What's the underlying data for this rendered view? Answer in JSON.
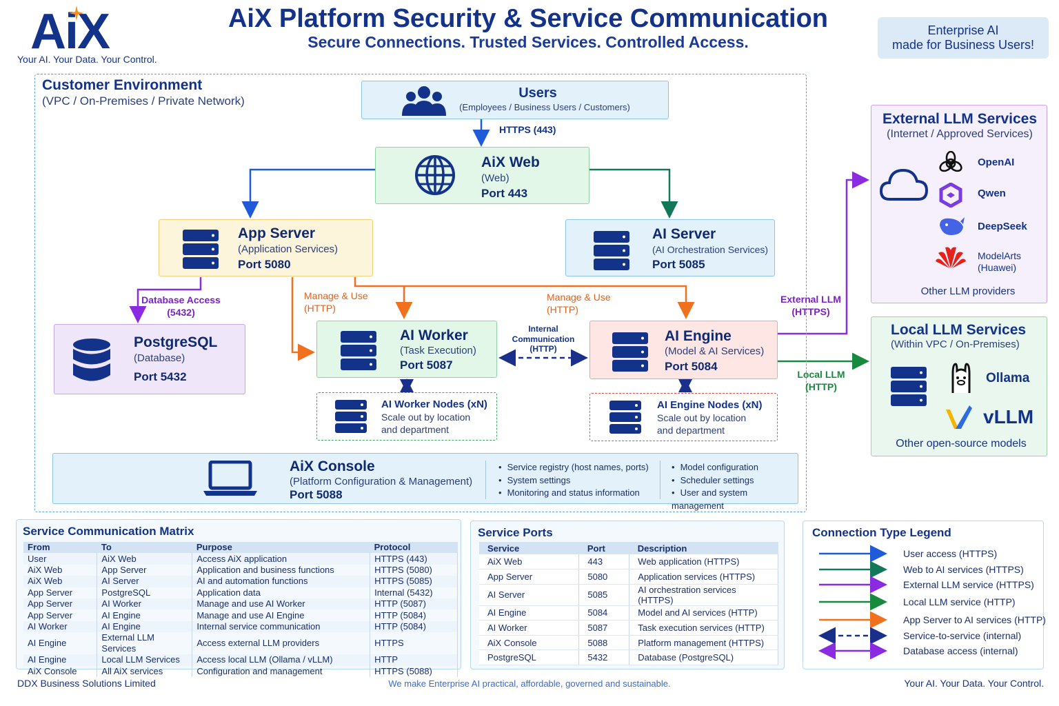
{
  "logo": {
    "text": "AiX",
    "tagline": "Your AI. Your Data. Your Control."
  },
  "header": {
    "title": "AiX Platform Security & Service Communication",
    "subtitle": "Secure Connections. Trusted Services. Controlled Access.",
    "badge_line1": "Enterprise AI",
    "badge_line2": "made for Business Users!"
  },
  "customer_env": {
    "title": "Customer Environment",
    "subtitle": "(VPC / On-Premises / Private Network)"
  },
  "users": {
    "title": "Users",
    "subtitle": "(Employees / Business Users / Customers)"
  },
  "aix_web": {
    "title": "AiX Web",
    "subtitle": "(Web)",
    "port": "Port 443"
  },
  "app_server": {
    "title": "App Server",
    "subtitle": "(Application Services)",
    "port": "Port 5080"
  },
  "ai_server": {
    "title": "AI Server",
    "subtitle": "(AI Orchestration Services)",
    "port": "Port 5085"
  },
  "postgres": {
    "title": "PostgreSQL",
    "subtitle": "(Database)",
    "port": "Port 5432"
  },
  "ai_worker": {
    "title": "AI Worker",
    "subtitle": "(Task Execution)",
    "port": "Port 5087"
  },
  "ai_engine": {
    "title": "AI Engine",
    "subtitle": "(Model & AI Services)",
    "port": "Port 5084"
  },
  "worker_nodes": {
    "title": "AI Worker Nodes (xN)",
    "line1": "Scale out by location",
    "line2": "and department"
  },
  "engine_nodes": {
    "title": "AI Engine Nodes (xN)",
    "line1": "Scale out by location",
    "line2": "and department"
  },
  "console": {
    "title": "AiX Console",
    "subtitle": "(Platform Configuration & Management)",
    "port": "Port 5088",
    "col1": [
      "Service registry (host names, ports)",
      "System settings",
      "Monitoring and status information"
    ],
    "col2": [
      "Model configuration",
      "Scheduler settings",
      "User and system management"
    ]
  },
  "connections": {
    "https443": "HTTPS (443)",
    "db_access_1": "Database Access",
    "db_access_2": "(5432)",
    "manage_use_1a": "Manage & Use",
    "manage_use_1b": "(HTTP)",
    "manage_use_2a": "Manage & Use",
    "manage_use_2b": "(HTTP)",
    "internal_1": "Internal",
    "internal_2": "Communication",
    "internal_3": "(HTTP)",
    "ext_llm_1": "External LLM",
    "ext_llm_2": "(HTTPS)",
    "local_llm_1": "Local LLM",
    "local_llm_2": "(HTTP)"
  },
  "external_llm": {
    "title": "External LLM Services",
    "subtitle": "(Internet / Approved Services)",
    "providers": [
      "OpenAI",
      "Qwen",
      "DeepSeek",
      "ModelArts",
      "(Huawei)"
    ],
    "footer": "Other LLM providers"
  },
  "local_llm": {
    "title": "Local LLM Services",
    "subtitle": "(Within VPC / On-Premises)",
    "ollama": "Ollama",
    "vllm": "vLLM",
    "footer": "Other open-source models"
  },
  "matrix": {
    "title": "Service Communication Matrix",
    "headers": [
      "From",
      "To",
      "Purpose",
      "Protocol"
    ],
    "rows": [
      [
        "User",
        "AiX Web",
        "Access AiX application",
        "HTTPS (443)"
      ],
      [
        "AiX Web",
        "App Server",
        "Application and business functions",
        "HTTPS (5080)"
      ],
      [
        "AiX Web",
        "AI Server",
        "AI and automation functions",
        "HTTPS (5085)"
      ],
      [
        "App Server",
        "PostgreSQL",
        "Application data",
        "Internal (5432)"
      ],
      [
        "App Server",
        "AI Worker",
        "Manage and use AI Worker",
        "HTTP  (5087)"
      ],
      [
        "App Server",
        "AI Engine",
        "Manage and use AI Engine",
        "HTTP  (5084)"
      ],
      [
        "AI Worker",
        "AI Engine",
        "Internal service communication",
        "HTTP  (5084)"
      ],
      [
        "AI Engine",
        "External LLM Services",
        "Access external LLM providers",
        "HTTPS"
      ],
      [
        "AI Engine",
        "Local LLM Services",
        "Access local LLM (Ollama / vLLM)",
        "HTTP"
      ],
      [
        "AiX Console",
        "All AiX services",
        "Configuration and management",
        "HTTPS (5088)"
      ]
    ]
  },
  "ports": {
    "title": "Service Ports",
    "headers": [
      "Service",
      "Port",
      "Description"
    ],
    "rows": [
      [
        "AiX Web",
        "443",
        "Web application (HTTPS)"
      ],
      [
        "App Server",
        "5080",
        "Application services (HTTPS)"
      ],
      [
        "AI Server",
        "5085",
        "AI orchestration services (HTTPS)"
      ],
      [
        "AI Engine",
        "5084",
        "Model and AI services (HTTP)"
      ],
      [
        "AI Worker",
        "5087",
        "Task execution services (HTTP)"
      ],
      [
        "AiX Console",
        "5088",
        "Platform management (HTTPS)"
      ],
      [
        "PostgreSQL",
        "5432",
        "Database (PostgreSQL)"
      ]
    ]
  },
  "legend": {
    "title": "Connection Type Legend",
    "items": [
      {
        "label": "User access (HTTPS)",
        "color": "#1f5bd8"
      },
      {
        "label": "Web to AI services (HTTPS)",
        "color": "#13785a"
      },
      {
        "label": "External LLM service (HTTPS)",
        "color": "#8a2be2"
      },
      {
        "label": "Local LLM service (HTTP)",
        "color": "#178a3e"
      },
      {
        "label": "App Server to AI services (HTTP)",
        "color": "#f0701e"
      },
      {
        "label": "Service-to-service (internal)",
        "color": "#1a2f8a"
      },
      {
        "label": "Database access (internal)",
        "color": "#8a2be2"
      }
    ]
  },
  "footer": {
    "left": "DDX Business Solutions Limited",
    "center": "We make Enterprise AI practical, affordable, governed and sustainable.",
    "right": "Your AI. Your Data. Your Control."
  }
}
